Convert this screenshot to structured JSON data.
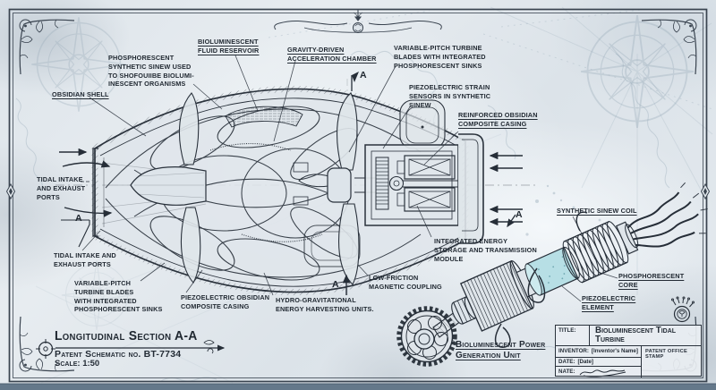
{
  "doc": {
    "section_marker": "A",
    "title_area": {
      "heading": "Longitudinal Section A-A",
      "patent_no": "Patent Schematic no. BT-7734",
      "scale": "Scale: 1:50"
    },
    "unit_caption": "Bioluminescent Power\nGeneration Unit",
    "title_block": {
      "title_label": "TITLE:",
      "title_value": "Bioluminescent Tidal Turbine",
      "inventor_label": "INVENTOR:",
      "inventor_value": "[Inventor's Name]",
      "date_label": "DATE:",
      "date_value": "[Date]",
      "nate_label": "NATE:",
      "stamp_label": "PATENT OFFICE STAMP"
    }
  },
  "labels": [
    {
      "id": "phosphorescent-sinew",
      "text": "PHOSPHORESCENT\nSYNTHETIC SINEW USED\nTO SHOFOUIIBE BIOLUMI-\nINESCENT ORGANISMS"
    },
    {
      "id": "fluid-reservoir",
      "text": "BIOLUMINESCENT\nFLUID RESERVOIR"
    },
    {
      "id": "gravity-chamber",
      "text": "GRAVITY-DRIVEN\nACCELERATION CHAMBER"
    },
    {
      "id": "variable-pitch-top",
      "text": "VARIABLE-PITCH TURBINE\nBLADES WITH INTEGRATED\nPHOSPHORESCENT SINKS"
    },
    {
      "id": "obsidian-shell",
      "text": "OBSIDIAN SHELL"
    },
    {
      "id": "piezoelectric-strain",
      "text": "PIEZOELECTRIC STRAIN\nSENSORS IN SYNTHETIC\nSINEW"
    },
    {
      "id": "reinforced-casing",
      "text": "REINFORCED OBSIDIAN\nCOMPOSITE CASING"
    },
    {
      "id": "tidal-ports-upper",
      "text": "TIDAL INTAKE\nAND EXHAUST\nPORTS"
    },
    {
      "id": "tidal-ports-lower",
      "text": "TIDAL INTAKE AND\nEXHAUST PORTS"
    },
    {
      "id": "variable-pitch-bottom",
      "text": "VARIABLE-PITCH\nTURBINE BLADES\nWITH INTEGRATED\nPHOSPHORESCENT SINKS"
    },
    {
      "id": "piezoelectric-obsidian",
      "text": "PIEZOELECTRIC OBSIDIAN\nCOMPOSITE CASING"
    },
    {
      "id": "hydro-gravitational",
      "text": "HYDRO-GRAVITATIONAL\nENERGY HARVESTING UNITS."
    },
    {
      "id": "low-friction",
      "text": "LOW-FRICTION\nMAGNETIC COUPLING"
    },
    {
      "id": "integrated-energy",
      "text": "INTEGRATED ENERGY\nSTORAGE AND TRANSMISSION\nMODULE"
    },
    {
      "id": "sinew-coil",
      "text": "SYNTHETIC SINEW COIL"
    },
    {
      "id": "phosphorescent-core",
      "text": "PHOSPHORESCENT\nCORE"
    },
    {
      "id": "piezoelectric-element",
      "text": "PIEZOELECTRIC\nELEMENT"
    }
  ],
  "colors": {
    "ink": "#262e38",
    "paper": "#e0e6eb",
    "core_glow": "#b7dfe5",
    "border": "#39434f",
    "map": "#93a7b5",
    "bottom_strip": "#64788a"
  }
}
